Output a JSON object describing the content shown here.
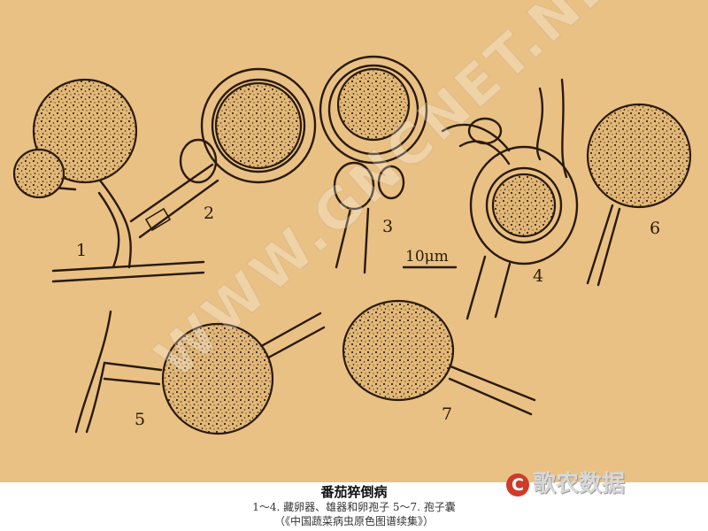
{
  "figure": {
    "labels": [
      "1",
      "2",
      "3",
      "4",
      "5",
      "6",
      "7"
    ],
    "scale_bar": "10μm",
    "watermark": "WWW.GNCNET.NET"
  },
  "caption": {
    "title": "番茄猝倒病",
    "line1": "1～4. 藏卵器、雄器和卵孢子  5～7. 孢子囊",
    "line2": "（《中国蔬菜病虫原色图谱续集》）"
  },
  "brand": {
    "symbol": "C",
    "text": "歌农数据"
  },
  "colors": {
    "background": "#e9c184",
    "ink": "#2a1a0a",
    "brand_logo": "#cf3b2a"
  }
}
